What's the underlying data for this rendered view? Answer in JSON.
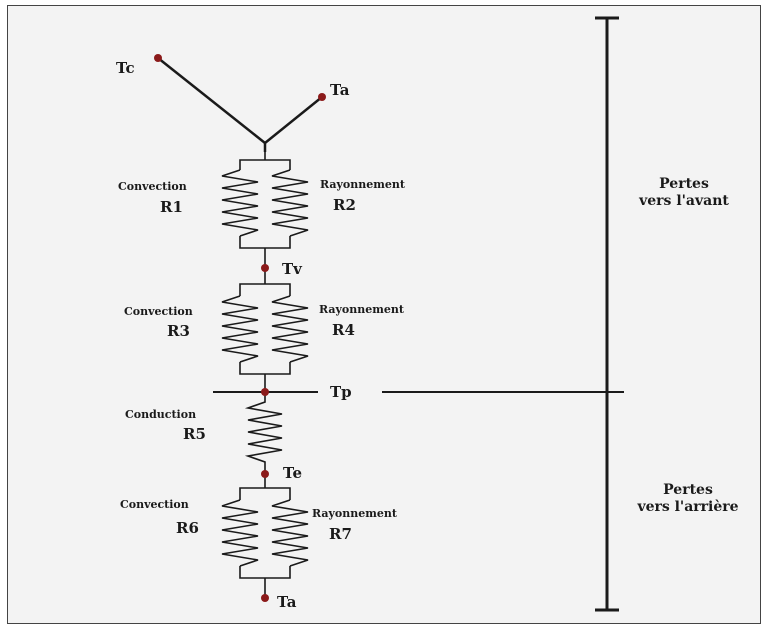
{
  "nodes": {
    "tc": "Tc",
    "ta_top": "Ta",
    "tv": "Tv",
    "tp": "Tp",
    "te": "Te",
    "ta_bottom": "Ta"
  },
  "blocks": {
    "b1": {
      "left_label": "Convection",
      "left_r": "R1",
      "right_label": "Rayonnement",
      "right_r": "R2"
    },
    "b2": {
      "left_label": "Convection",
      "left_r": "R3",
      "right_label": "Rayonnement",
      "right_r": "R4"
    },
    "b3": {
      "label": "Conduction",
      "r": "R5"
    },
    "b4": {
      "left_label": "Convection",
      "left_r": "R6",
      "right_label": "Rayonnement",
      "right_r": "R7"
    }
  },
  "side": {
    "front_line1": "Pertes",
    "front_line2": "vers l'avant",
    "back_line1": "Pertes",
    "back_line2": "vers l'arrière"
  },
  "colors": {
    "node": "#8b1a1a",
    "line": "#1a1a1a",
    "background": "#f3f3f3"
  }
}
